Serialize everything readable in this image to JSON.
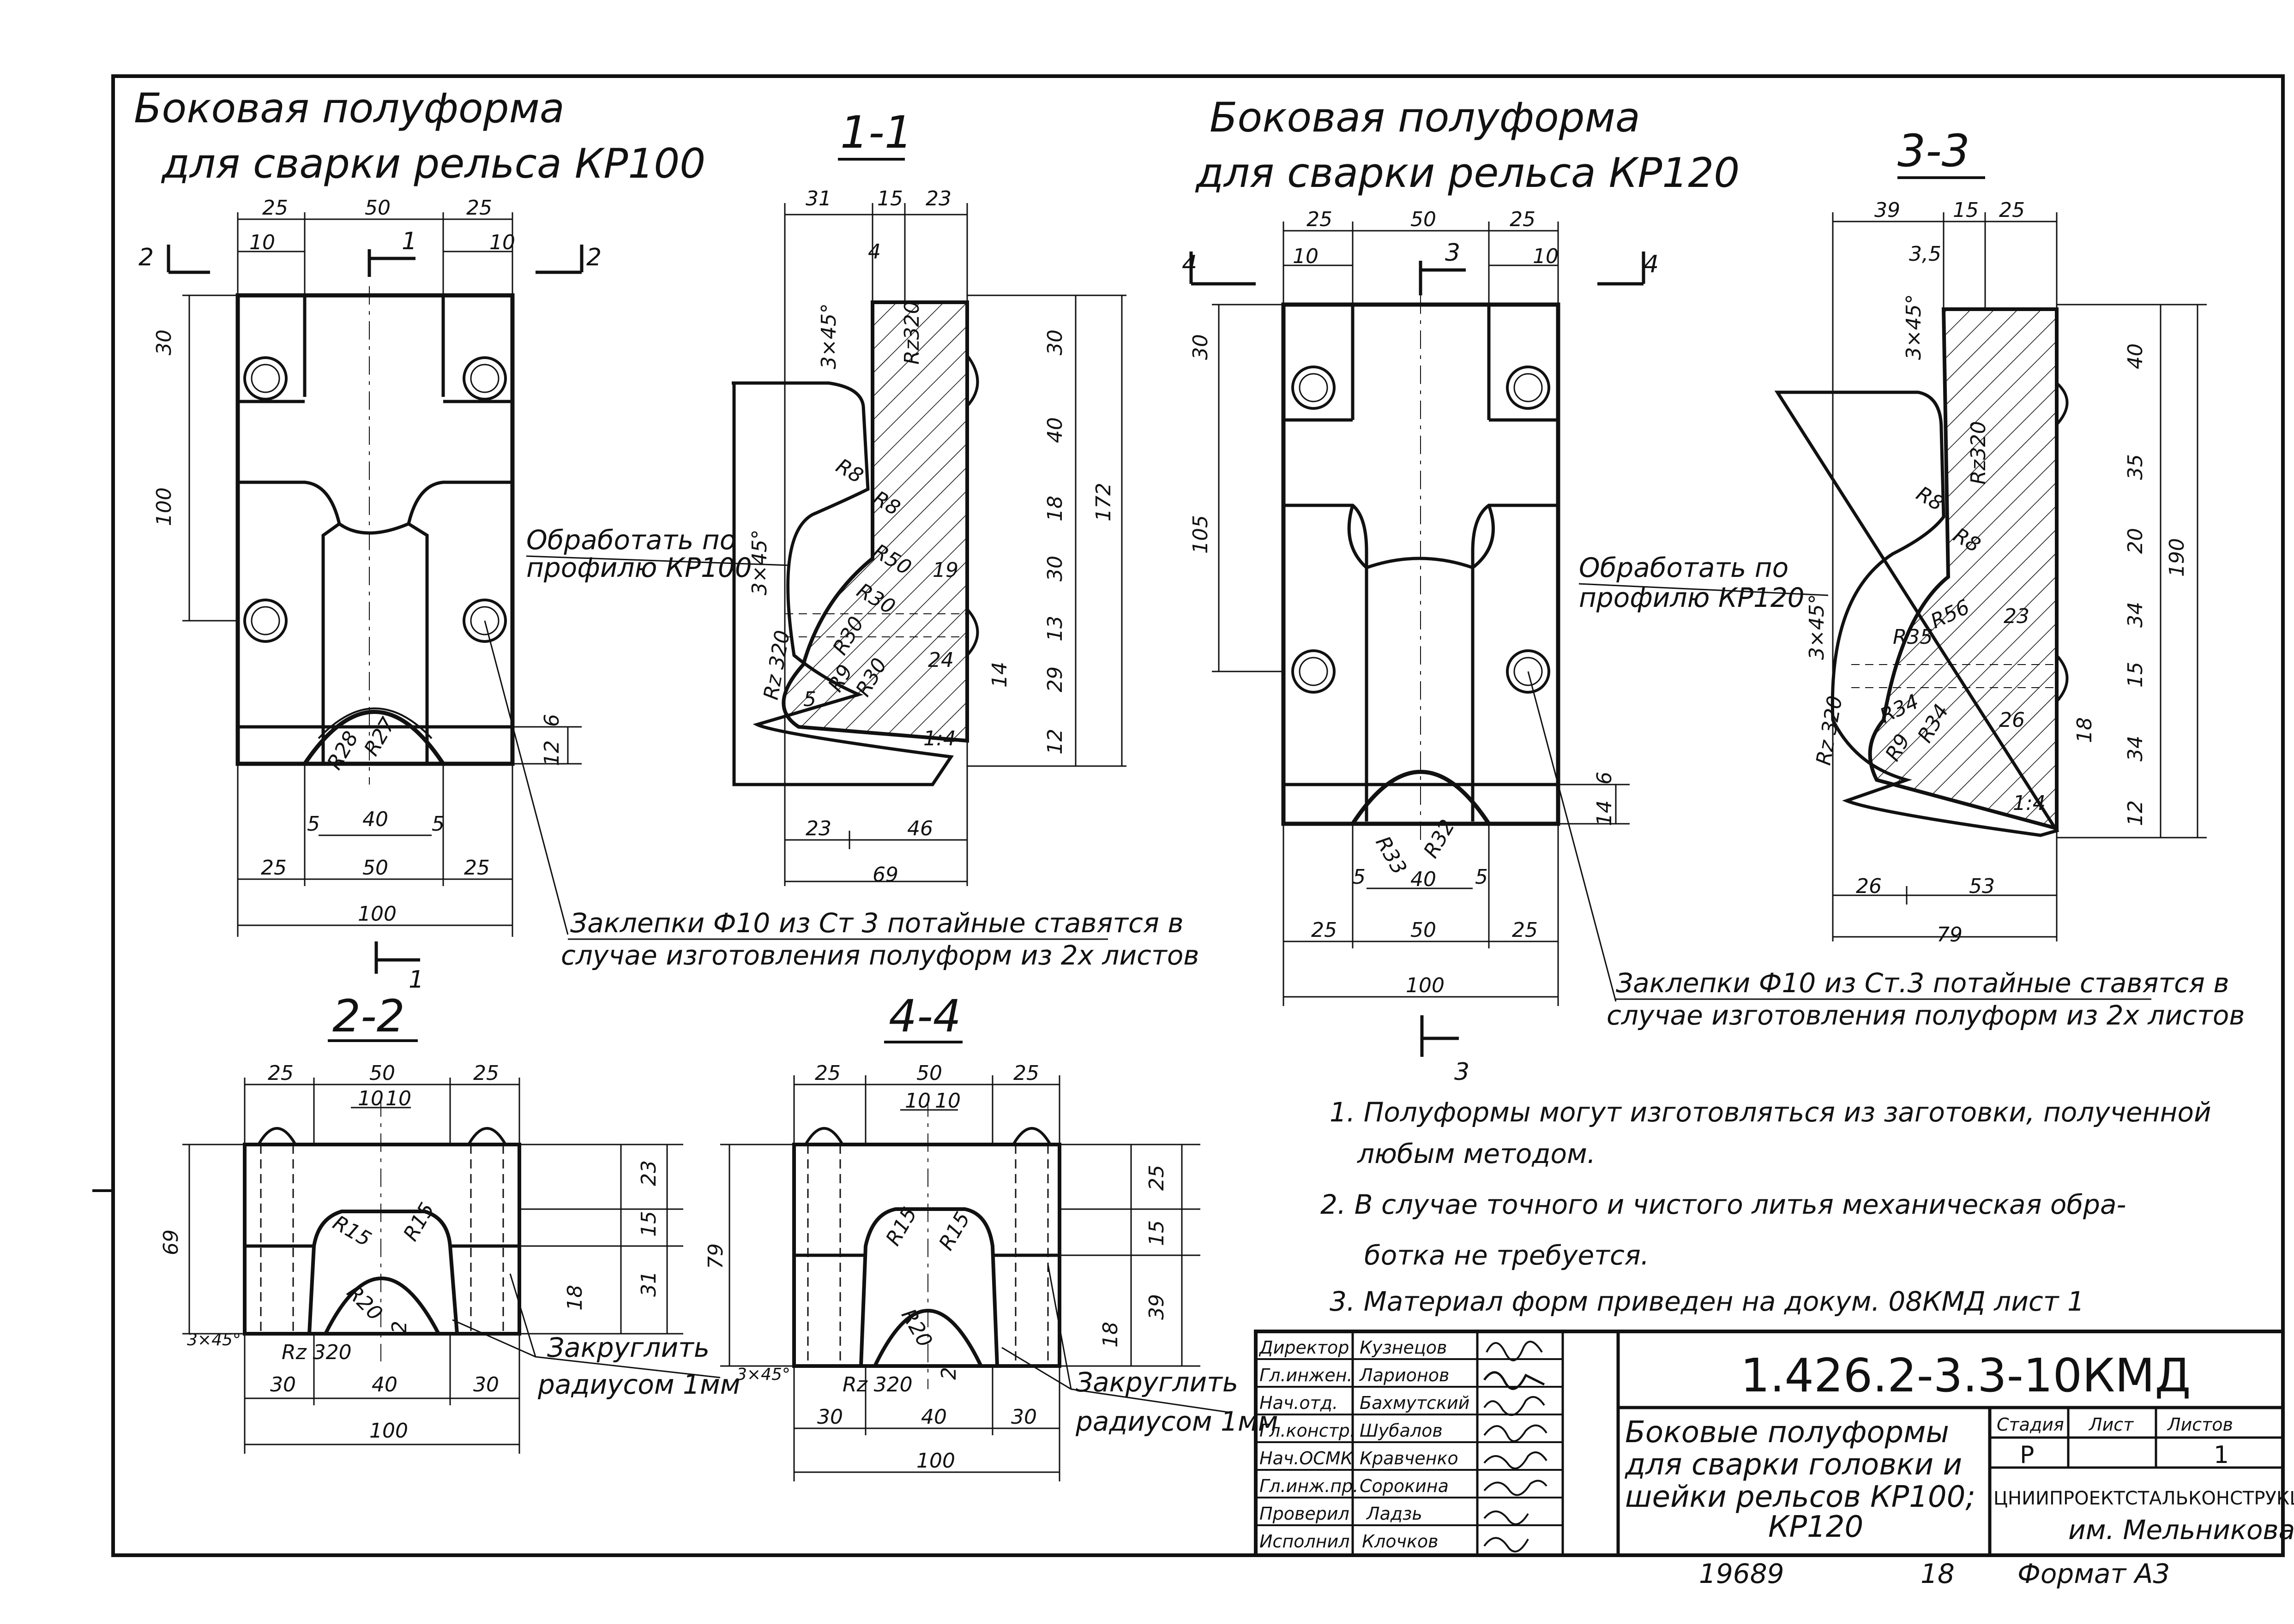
{
  "drawing": {
    "kr100": {
      "title_line1": "Боковая полуформа",
      "title_line2": "для сварки рельса КР100",
      "rivet_note_line1": "Заклепки Ф10 из Ст 3 потайные ставятся в",
      "rivet_note_line2": "случае изготовления полуформ из 2х листов",
      "profile_note_line1": "Обработать по",
      "profile_note_line2": "профилю КР100",
      "section_top": "1-1",
      "section_side": "2-2",
      "cut_marks": [
        "2",
        "1",
        "2",
        "1"
      ],
      "front_dims": [
        "25",
        "50",
        "25",
        "10",
        "10",
        "30",
        "100",
        "12",
        "6",
        "R28",
        "R27",
        "5",
        "40",
        "5",
        "25",
        "50",
        "25",
        "100"
      ],
      "section_dims": [
        "31",
        "15",
        "23",
        "4",
        "3×45°",
        "Rz320",
        "30",
        "40",
        "18",
        "30",
        "13",
        "29",
        "12",
        "172",
        "R8",
        "R8",
        "3×45°",
        "R50",
        "R30",
        "19",
        "R30",
        "R9",
        "R30",
        "24",
        "14",
        "Rz 320",
        "5",
        "1:4",
        "23",
        "46",
        "69"
      ],
      "side_dims": [
        "25",
        "50",
        "25",
        "10",
        "10",
        "69",
        "23",
        "15",
        "31",
        "18",
        "R15",
        "R15",
        "R20",
        "2",
        "3×45°",
        "Rz 320",
        "30",
        "40",
        "30",
        "100"
      ],
      "round_note_line1": "Закруглить",
      "round_note_line2": "радиусом 1мм"
    },
    "kr120": {
      "title_line1": "Боковая полуформа",
      "title_line2": "для сварки рельса КР120",
      "rivet_note_line1": "Заклепки Ф10 из Ст.3 потайные ставятся в",
      "rivet_note_line2": "случае изготовления полуформ из 2х листов",
      "profile_note_line1": "Обработать по",
      "profile_note_line2": "профилю КР120",
      "section_top": "3-3",
      "section_side": "4-4",
      "cut_marks": [
        "4",
        "3",
        "4",
        "3"
      ],
      "front_dims": [
        "25",
        "50",
        "25",
        "10",
        "10",
        "30",
        "105",
        "6",
        "14",
        "R33",
        "R32",
        "5",
        "40",
        "5",
        "25",
        "50",
        "25",
        "100"
      ],
      "section_dims": [
        "39",
        "15",
        "25",
        "3,5",
        "3×45°",
        "Rz320",
        "40",
        "35",
        "20",
        "34",
        "15",
        "34",
        "12",
        "190",
        "R8",
        "R8",
        "R56",
        "R35",
        "23",
        "3×45°",
        "R34",
        "R34",
        "26",
        "18",
        "R9",
        "Rz 320",
        "1:4",
        "26",
        "53",
        "79"
      ],
      "side_dims": [
        "25",
        "50",
        "25",
        "10",
        "10",
        "79",
        "25",
        "15",
        "39",
        "18",
        "R15",
        "R15",
        "R20",
        "2",
        "3×45°",
        "Rz 320",
        "30",
        "40",
        "30",
        "100"
      ],
      "round_note_line1": "Закруглить",
      "round_note_line2": "радиусом 1мм"
    },
    "notes": [
      "1. Полуформы могут изготовляться из заготовки, полученной",
      "любым методом.",
      "2. В случае точного и чистого литья механическая обра-",
      "ботка не требуется.",
      "3. Материал форм приведен на докум. 08КМД лист 1"
    ],
    "title_block": {
      "code": "1.426.2-3.3-10КМД",
      "description_lines": [
        "Боковые полуформы",
        "для сварки головки и",
        "шейки рельсов КР100;",
        "КР120"
      ],
      "stage_header": "Стадия",
      "sheet_header": "Лист",
      "sheets_header": "Листов",
      "stage_value": "Р",
      "sheets_value": "1",
      "org_line1": "ЦНИИПРОЕКТСТАЛЬКОНСТРУКЦИЯ",
      "org_line2": "им. Мельникова",
      "staff": [
        {
          "role": "Директор",
          "name": "Кузнецов"
        },
        {
          "role": "Гл.инжен.",
          "name": "Ларионов"
        },
        {
          "role": "Нач.отд.",
          "name": "Бахмутский"
        },
        {
          "role": "Гл.констр.",
          "name": "Шубалов"
        },
        {
          "role": "Нач.ОСМК",
          "name": "Кравченко"
        },
        {
          "role": "Гл.инж.пр.",
          "name": "Сорокина"
        },
        {
          "role": "Проверил",
          "name": "Ладзь"
        },
        {
          "role": "Исполнил",
          "name": "Клочков"
        }
      ]
    },
    "footer": {
      "number": "19689",
      "page": "18",
      "format": "Формат А3"
    }
  }
}
